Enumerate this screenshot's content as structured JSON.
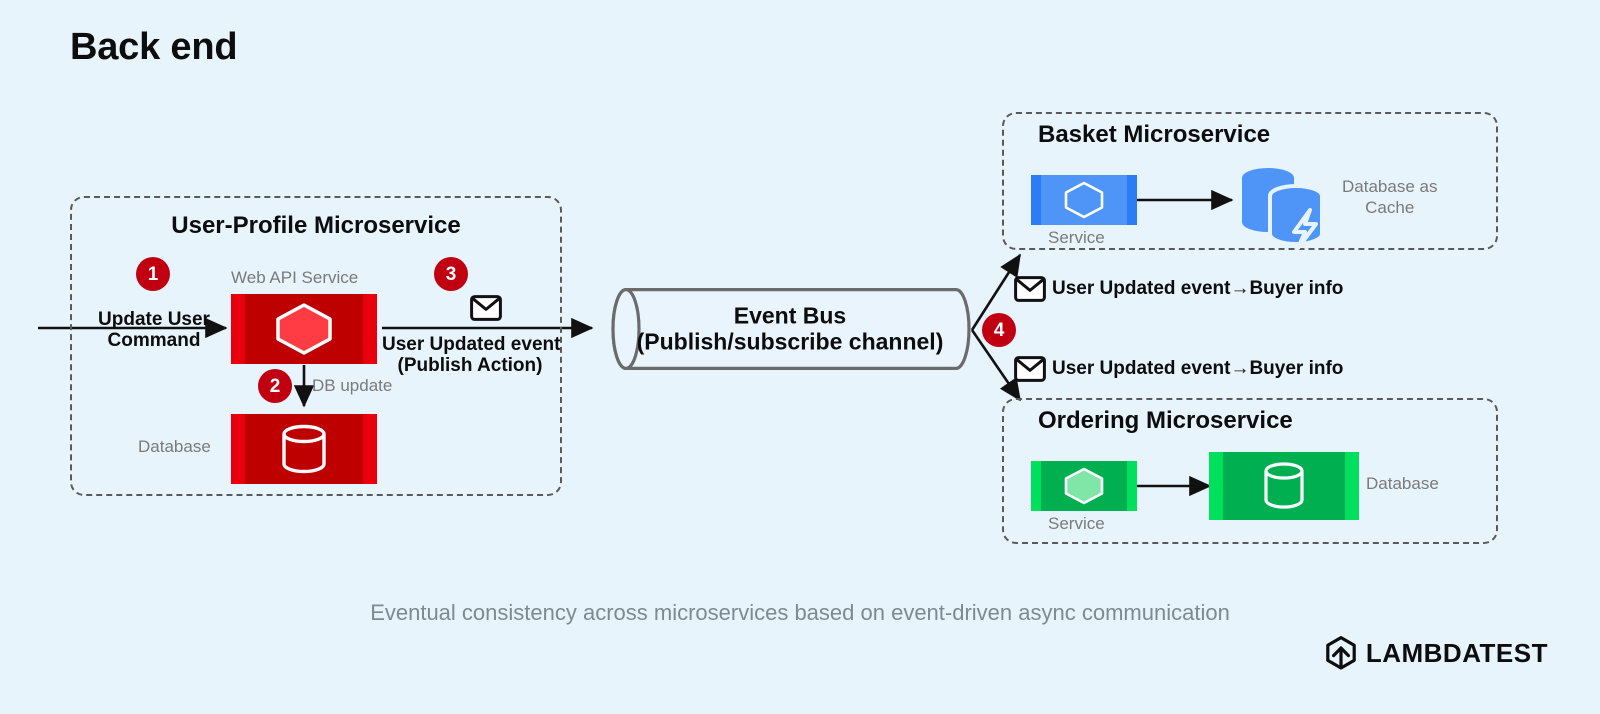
{
  "title": "Back end",
  "caption": "Eventual consistency across microservices based on event-driven async communication",
  "colors": {
    "background": "#e8f4fc",
    "red_service": "#be0000",
    "red_bracket": "#e8000d",
    "red_hexagon": "#ff3b44",
    "blue_service": "#4f94f7",
    "green_service": "#00b050",
    "green_hexagon": "#7fe6a8",
    "badge": "#c00011",
    "dashed_border": "#5a5a5a",
    "muted_text": "#7a7a7a"
  },
  "user_profile": {
    "title": "User-Profile Microservice",
    "incoming_command": "Update User\nCommand",
    "incoming_command_line1": "Update User",
    "incoming_command_line2": "Command",
    "web_api_caption": "Web API Service",
    "database_caption": "Database",
    "db_update_label": "DB update",
    "publish_label_line1": "User Updated event",
    "publish_label_line2": "(Publish Action)",
    "badges": [
      "1",
      "2",
      "3"
    ]
  },
  "event_bus": {
    "line1": "Event Bus",
    "line2": "(Publish/subscribe channel)"
  },
  "fanout": {
    "badge": "4",
    "messages": [
      "User Updated event→Buyer info",
      "User Updated event→Buyer info"
    ]
  },
  "basket": {
    "title": "Basket Microservice",
    "service_caption": "Service",
    "store_caption_line1": "Database as",
    "store_caption_line2": "Cache"
  },
  "ordering": {
    "title": "Ordering Microservice",
    "service_caption": "Service",
    "database_caption": "Database"
  },
  "logo": {
    "wordmark": "LAMBDATEST"
  }
}
